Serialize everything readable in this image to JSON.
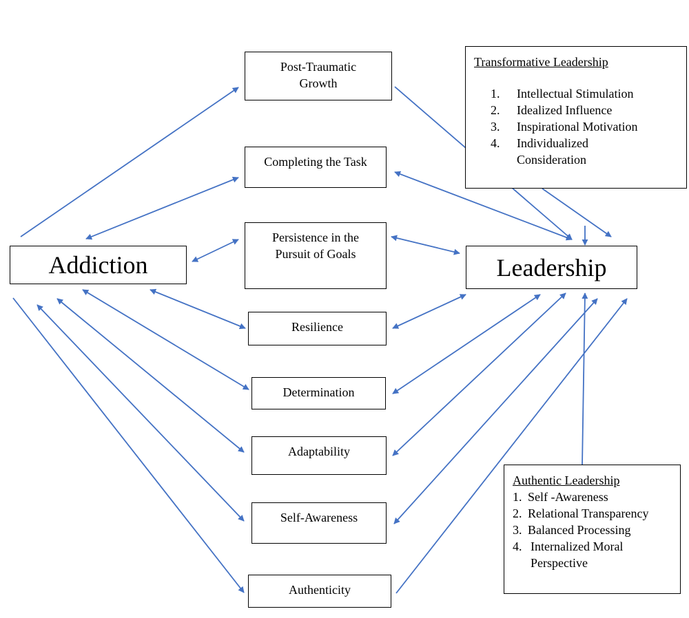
{
  "diagram": {
    "center_left": {
      "label": "Addiction"
    },
    "center_right": {
      "label": "Leadership"
    },
    "nodes": [
      {
        "id": "post-traumatic-growth",
        "label": "Post-Traumatic Growth"
      },
      {
        "id": "completing-the-task",
        "label": "Completing the Task"
      },
      {
        "id": "persistence",
        "label": "Persistence in the Pursuit of Goals"
      },
      {
        "id": "resilience",
        "label": "Resilience"
      },
      {
        "id": "determination",
        "label": "Determination"
      },
      {
        "id": "adaptability",
        "label": "Adaptability"
      },
      {
        "id": "self-awareness",
        "label": "Self-Awareness"
      },
      {
        "id": "authenticity",
        "label": "Authenticity"
      }
    ],
    "transformative_leadership": {
      "title": "Transformative Leadership",
      "items": [
        {
          "num": "1.",
          "text": "Intellectual Stimulation"
        },
        {
          "num": "2.",
          "text": "Idealized Influence"
        },
        {
          "num": "3.",
          "text": "Inspirational Motivation"
        },
        {
          "num": "4.",
          "text": "Individualized Consideration"
        }
      ]
    },
    "authentic_leadership": {
      "title": "Authentic Leadership",
      "items": [
        {
          "num": "1.",
          "text": "Self -Awareness"
        },
        {
          "num": "2.",
          "text": "Relational Transparency"
        },
        {
          "num": "3.",
          "text": "Balanced Processing"
        },
        {
          "num": "4.",
          "text": "Internalized Moral Perspective"
        }
      ]
    },
    "colors": {
      "arrow": "#4472c4",
      "border": "#000000"
    }
  }
}
